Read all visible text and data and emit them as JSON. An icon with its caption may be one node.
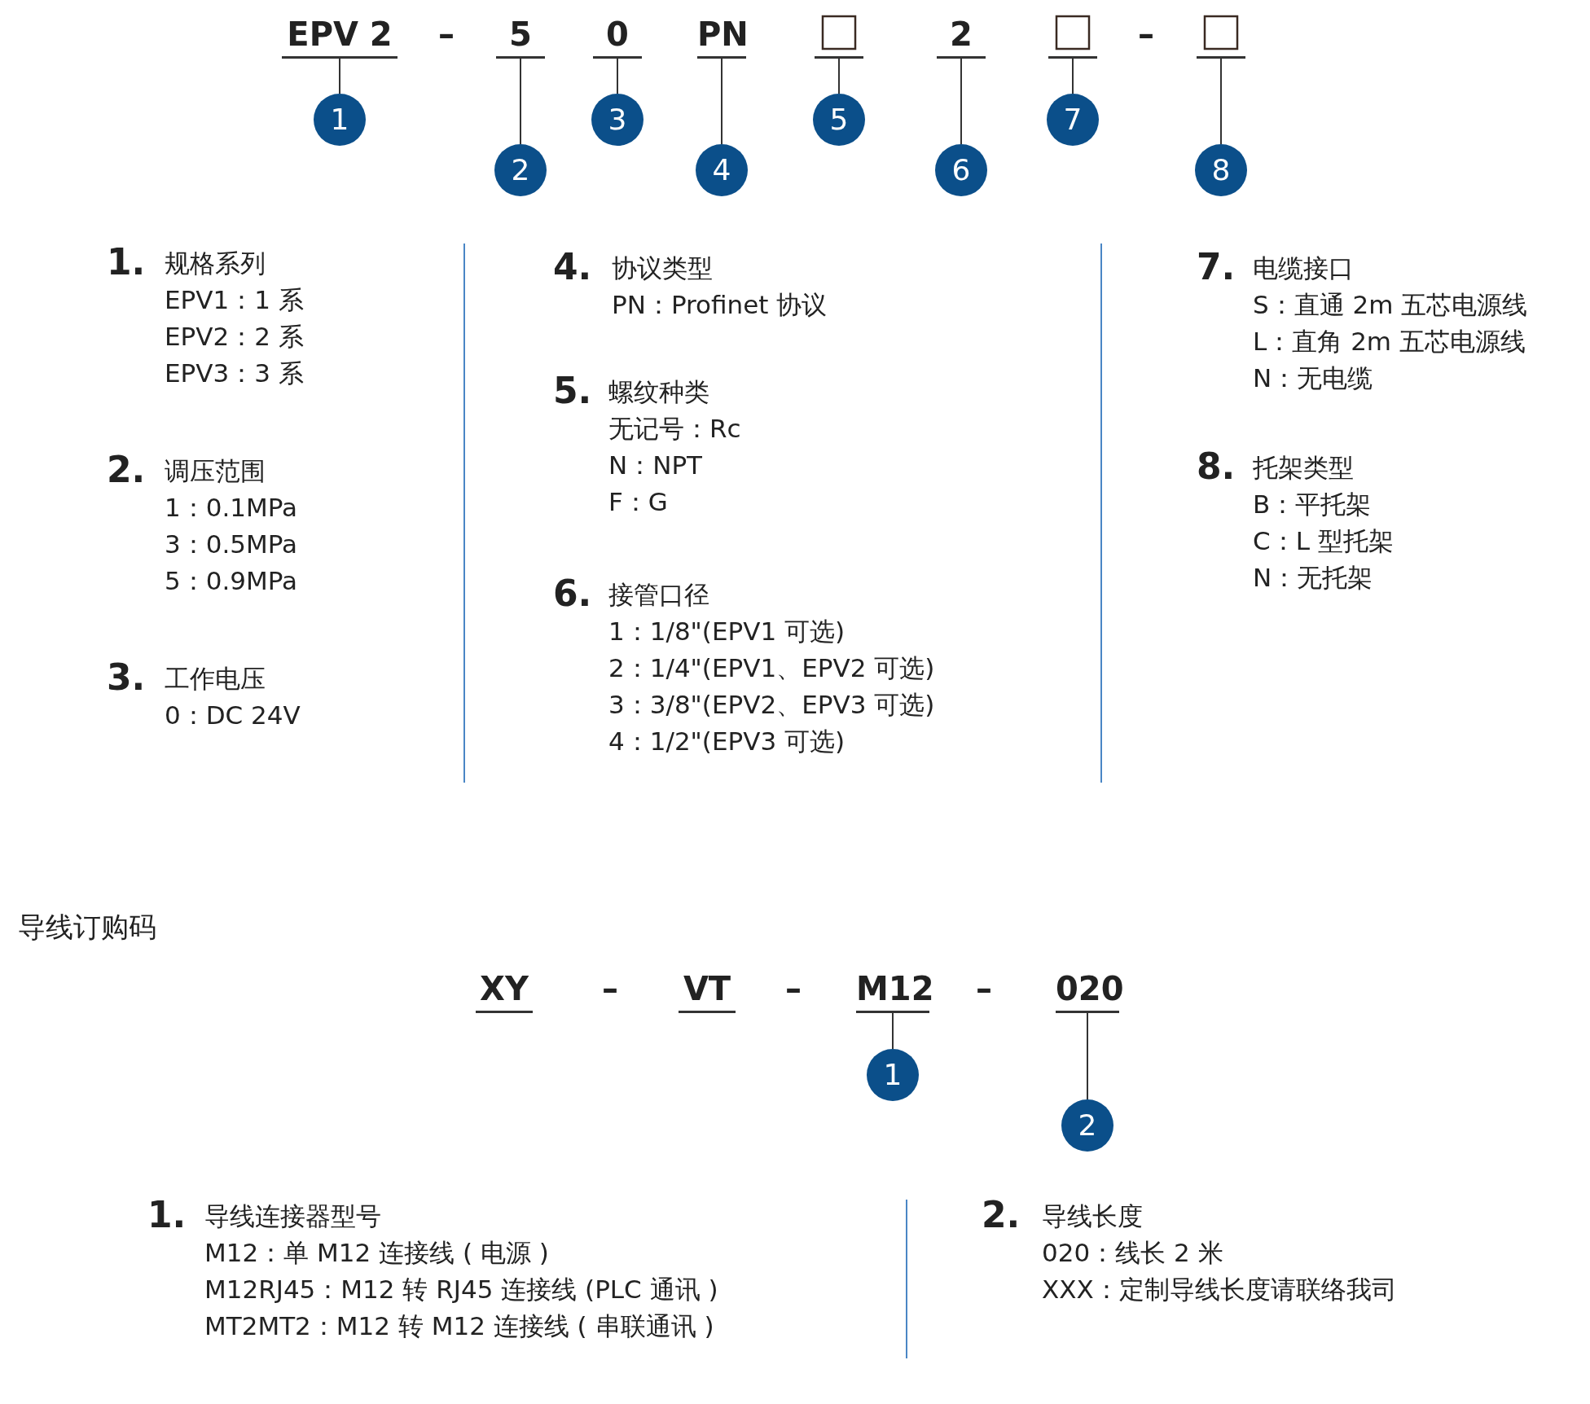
{
  "diagram": {
    "nodes": [
      {
        "text": [
          "EPV 2"
        ]
      },
      {
        "text": [
          "5"
        ]
      },
      {
        "text": [
          "0"
        ]
      },
      {
        "text": [
          "PN"
        ]
      },
      {
        "text": [],
        "shape": "box"
      },
      {
        "text": [
          "2"
        ]
      },
      {
        "text": [],
        "shape": "box"
      },
      {
        "text": [],
        "shape": "box"
      },
      {
        "text": [
          "1"
        ]
      },
      {
        "text": [
          "2"
        ]
      },
      {
        "text": [
          "3"
        ]
      },
      {
        "text": [
          "4"
        ]
      },
      {
        "text": [
          "5"
        ]
      },
      {
        "text": [
          "6"
        ]
      },
      {
        "text": [
          "7"
        ]
      },
      {
        "text": [
          "8"
        ]
      },
      {
        "text": [
          "XY"
        ]
      },
      {
        "text": [
          "VT"
        ]
      },
      {
        "text": [
          "M12"
        ]
      },
      {
        "text": [
          "020"
        ]
      },
      {
        "text": [
          "1"
        ]
      },
      {
        "text": [
          "2"
        ]
      }
    ],
    "edges": [
      {
        "from": 0,
        "to": 8,
        "arrow": "none"
      },
      {
        "from": 1,
        "to": 9,
        "arrow": "none"
      },
      {
        "from": 2,
        "to": 10,
        "arrow": "none"
      },
      {
        "from": 3,
        "to": 11,
        "arrow": "none"
      },
      {
        "from": 4,
        "to": 12,
        "arrow": "none"
      },
      {
        "from": 5,
        "to": 13,
        "arrow": "none"
      },
      {
        "from": 6,
        "to": 14,
        "arrow": "none"
      },
      {
        "from": 7,
        "to": 15,
        "arrow": "none"
      },
      {
        "from": 18,
        "to": 20,
        "arrow": "none"
      },
      {
        "from": 19,
        "to": 21,
        "arrow": "none"
      }
    ],
    "labels": [
      "–",
      "–",
      "1.",
      "规格系列",
      "EPV1：1 系",
      "EPV2：2 系",
      "EPV3：3 系",
      "2.",
      "调压范围",
      "1：0.1MPa",
      "3：0.5MPa",
      "5：0.9MPa",
      "3.",
      "工作电压",
      "0：DC 24V",
      "4.",
      "协议类型",
      "PN：Profinet 协议",
      "5.",
      "螺纹种类",
      "无记号：Rc",
      "N：NPT",
      "F：G",
      "6.",
      "接管口径",
      "1：1/8\"(EPV1 可选)",
      "2：1/4\"(EPV1、EPV2 可选)",
      "3：3/8\"(EPV2、EPV3 可选)",
      "4：1/2\"(EPV3 可选)",
      "7.",
      "电缆接口",
      "S：直通 2m 五芯电源线",
      "L：直角 2m 五芯电源线",
      "N：无电缆",
      "8.",
      "托架类型",
      "B：平托架",
      "C：L 型托架",
      "N：无托架",
      "导线订购码",
      "–",
      "–",
      "–",
      "1.",
      "导线连接器型号",
      "M12：单 M12 连接线 ( 电源 )",
      "M12RJ45：M12 转 RJ45 连接线 (PLC 通讯 )",
      "MT2MT2：M12 转 M12 连接线 ( 串联通讯 )",
      "2.",
      "导线长度",
      "020：线长 2 米",
      "XXX：定制导线长度请联络我司"
    ]
  }
}
